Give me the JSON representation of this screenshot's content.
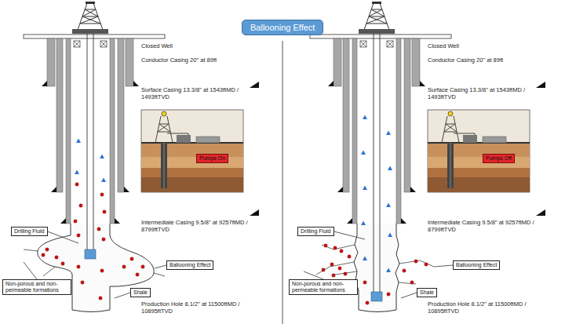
{
  "diagram": {
    "title": "Ballooning Effect",
    "nodes": [
      {
        "text": [
          "Pumps On"
        ]
      },
      {
        "text": [
          "Drilling Fluid"
        ]
      },
      {
        "text": [
          "Ballooning Effect"
        ]
      },
      {
        "text": [
          "Non-porous and non-permeable formations"
        ]
      },
      {
        "text": [
          "Shale"
        ]
      },
      {
        "text": [
          "Pumps Off"
        ]
      },
      {
        "text": [
          "Drilling Fluid"
        ]
      },
      {
        "text": [
          "Ballooning Effect"
        ]
      },
      {
        "text": [
          "Non-porous and non-permeable formations"
        ]
      },
      {
        "text": [
          "Shale"
        ]
      }
    ],
    "labels": [
      "Closed Well",
      "Conductor Casing 20\" at 89ft",
      "Surface Casing 13.3/8\" at 1543ftMD / 1493ftTVD",
      "Intermediate Casing 9.5/8\" at 9257ftMD / 8799ftTVD",
      "Production Hole 8.1/2\" at 11500ftMD / 10895ftTVD",
      "Closed Well",
      "Conductor Casing 20\" at 89ft",
      "Surface Casing 13.3/8\" at 1543ftMD / 1493ftTVD",
      "Intermediate Casing 9.5/8\" at 9257ftMD / 8799ftTVD",
      "Production Hole 8.1/2\" at 11500ftMD / 10895ftTVD"
    ]
  }
}
